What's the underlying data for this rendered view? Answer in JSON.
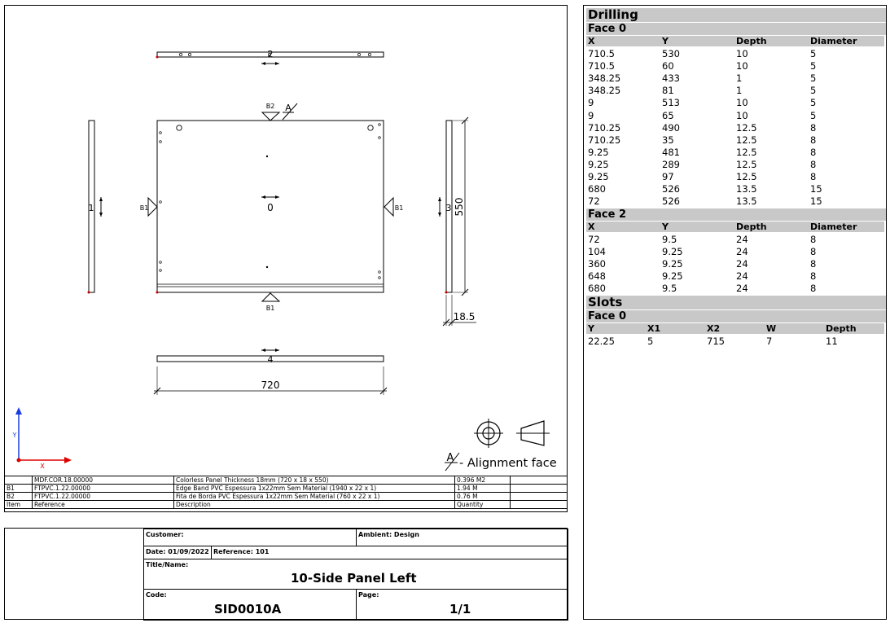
{
  "drawing": {
    "panel_label": "0",
    "top_edge_label": "2",
    "bottom_edge_label": "4",
    "left_edge_label": "1",
    "right_edge_label": "3",
    "width_dim": "720",
    "height_dim": "550",
    "thickness_dim": "18.5",
    "band_b1_left": "B1",
    "band_b1_right": "B1",
    "band_b1_bottom": "B1",
    "band_b2_top": "B2",
    "align_marker": "A",
    "axis_x": "X",
    "axis_y": "Y",
    "alignment_letter": "A",
    "alignment_text": "- Alignment face"
  },
  "materials": {
    "rows": [
      {
        "item": "",
        "reference": "MDF.COR.18.00000",
        "description": "Colorless Panel Thickness 18mm (720  x  18  x  550)",
        "quantity": "0.396 M2"
      },
      {
        "item": "B1",
        "reference": "FTPVC.1.22.00000",
        "description": "Edge Band PVC Espessura 1x22mm Sem Material (1940  x  22  x  1)",
        "quantity": "1.94 M"
      },
      {
        "item": "B2",
        "reference": "FTPVC.1.22.00000",
        "description": "Fita de Borda PVC Espessura 1x22mm Sem Material (760  x  22  x  1)",
        "quantity": "0.76 M"
      }
    ],
    "header": {
      "item": "Item",
      "reference": "Reference",
      "description": "Description",
      "quantity": "Quantity"
    }
  },
  "title_block": {
    "customer_label": "Customer:",
    "ambient_label": "Ambient: Design",
    "date_label": "Date: 01/09/2022",
    "reference_label": "Reference: 101",
    "title_label": "Title/Name:",
    "title_value": "10-Side Panel Left",
    "code_label": "Code:",
    "code_value": "SID0010A",
    "page_label": "Page:",
    "page_value": "1/1"
  },
  "drilling": {
    "title": "Drilling",
    "face0": {
      "title": "Face  0",
      "columns": [
        "X",
        "Y",
        "Depth",
        "Diameter"
      ],
      "rows": [
        [
          "710.5",
          "530",
          "10",
          "5"
        ],
        [
          "710.5",
          "60",
          "10",
          "5"
        ],
        [
          "348.25",
          "433",
          "1",
          "5"
        ],
        [
          "348.25",
          "81",
          "1",
          "5"
        ],
        [
          "9",
          "513",
          "10",
          "5"
        ],
        [
          "9",
          "65",
          "10",
          "5"
        ],
        [
          "710.25",
          "490",
          "12.5",
          "8"
        ],
        [
          "710.25",
          "35",
          "12.5",
          "8"
        ],
        [
          "9.25",
          "481",
          "12.5",
          "8"
        ],
        [
          "9.25",
          "289",
          "12.5",
          "8"
        ],
        [
          "9.25",
          "97",
          "12.5",
          "8"
        ],
        [
          "680",
          "526",
          "13.5",
          "15"
        ],
        [
          "72",
          "526",
          "13.5",
          "15"
        ]
      ]
    },
    "face2": {
      "title": "Face  2",
      "columns": [
        "X",
        "Y",
        "Depth",
        "Diameter"
      ],
      "rows": [
        [
          "72",
          "9.5",
          "24",
          "8"
        ],
        [
          "104",
          "9.25",
          "24",
          "8"
        ],
        [
          "360",
          "9.25",
          "24",
          "8"
        ],
        [
          "648",
          "9.25",
          "24",
          "8"
        ],
        [
          "680",
          "9.5",
          "24",
          "8"
        ]
      ]
    }
  },
  "slots": {
    "title": "Slots",
    "face0": {
      "title": "Face  0",
      "columns": [
        "Y",
        "X1",
        "X2",
        "W",
        "Depth"
      ],
      "rows": [
        [
          "22.25",
          "5",
          "715",
          "7",
          "11"
        ]
      ]
    }
  }
}
